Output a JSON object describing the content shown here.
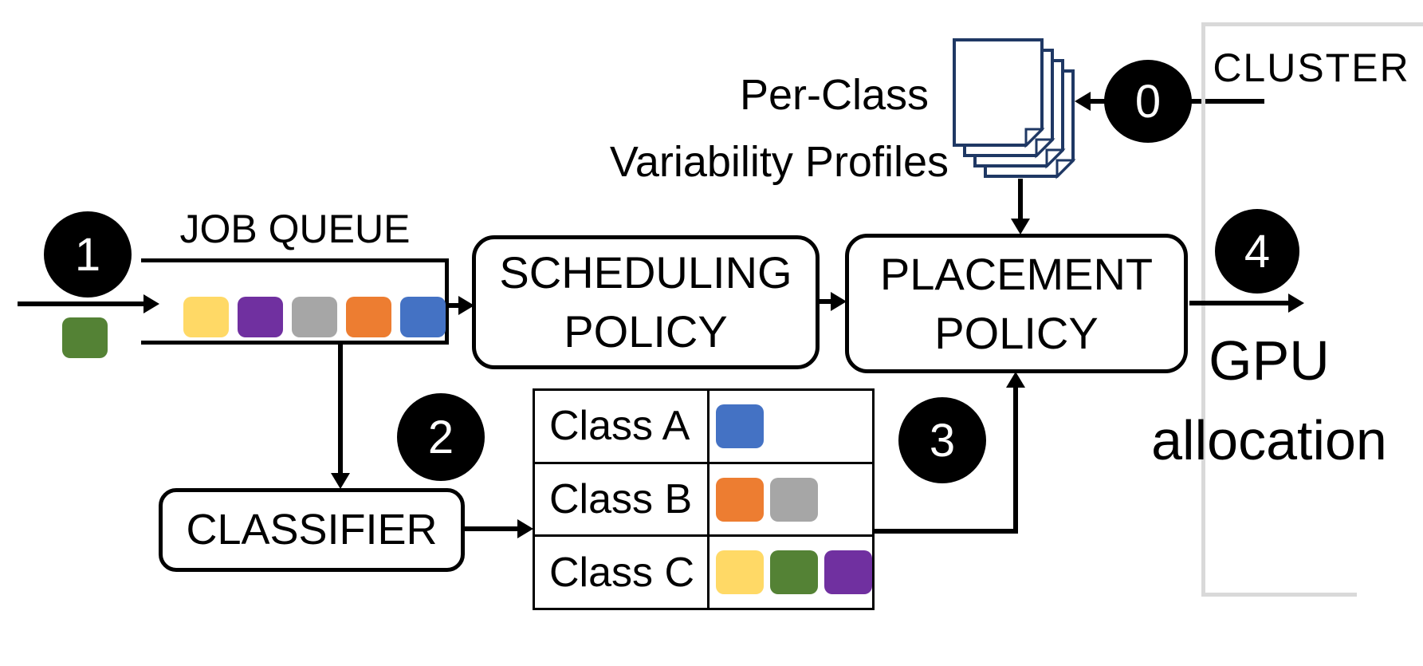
{
  "steps": {
    "s0": "0",
    "s1": "1",
    "s2": "2",
    "s3": "3",
    "s4": "4"
  },
  "labels": {
    "job_queue": "JOB QUEUE",
    "scheduling_line1": "SCHEDULING",
    "scheduling_line2": "POLICY",
    "placement_line1": "PLACEMENT",
    "placement_line2": "POLICY",
    "classifier": "CLASSIFIER",
    "cluster": "CLUSTER",
    "profiles_line1": "Per-Class",
    "profiles_line2": "Variability Profiles",
    "gpu_line1": "GPU",
    "gpu_line2": "allocation"
  },
  "colors": {
    "yellow": "#FFD966",
    "purple": "#7030A0",
    "gray": "#A6A6A6",
    "orange": "#ED7D31",
    "blue": "#4472C4",
    "green": "#548235",
    "doc_border": "#1F3864",
    "cluster_border": "#D9D9D9"
  },
  "job_queue_jobs": [
    "yellow",
    "purple",
    "gray",
    "orange",
    "blue"
  ],
  "incoming_jobs": [
    "green"
  ],
  "class_table": {
    "rows": [
      {
        "label": "Class A",
        "jobs": [
          "blue"
        ]
      },
      {
        "label": "Class B",
        "jobs": [
          "orange",
          "gray"
        ]
      },
      {
        "label": "Class C",
        "jobs": [
          "yellow",
          "green",
          "purple"
        ]
      }
    ]
  }
}
